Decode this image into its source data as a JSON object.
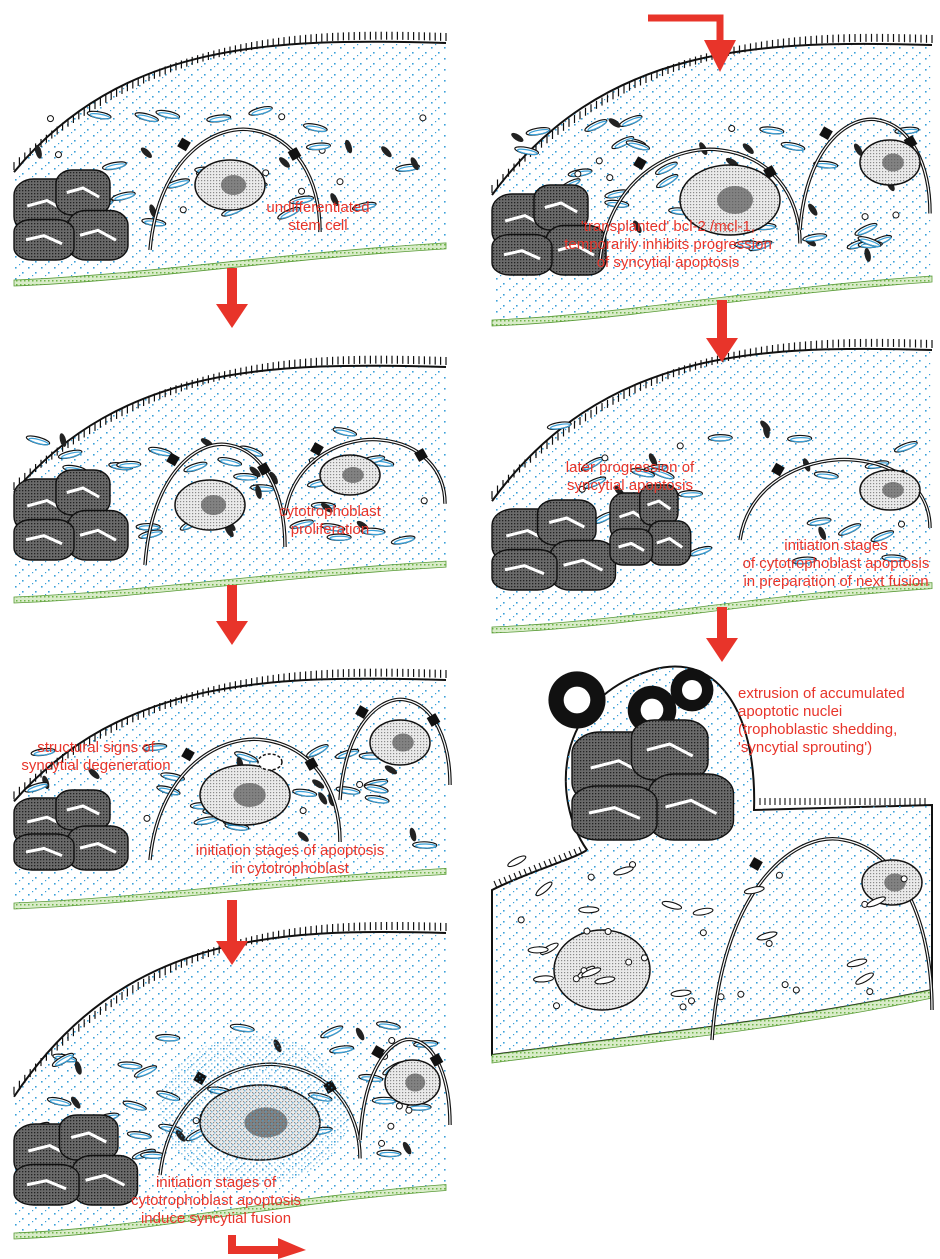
{
  "colors": {
    "caption": "#e8342a",
    "arrow": "#e8342a",
    "stipple": "#3aa0d8",
    "basal": "#7cbf52",
    "outline": "#111111",
    "nucleus_dark": "#4a4a4a",
    "nucleus_light": "#e4e4e4"
  },
  "panels": [
    {
      "id": "p1",
      "stage": "undifferentiated stem cell",
      "caption": [
        "undifferentiated",
        "stem cell"
      ]
    },
    {
      "id": "p2",
      "stage": "cytotrophoblast proliferation",
      "caption": [
        "cytotrophoblast",
        "proliferation"
      ]
    },
    {
      "id": "p3",
      "stage": "structural signs of syncytial degeneration; initiation stages of apoptosis in cytotrophoblast",
      "caption_top": [
        "structural signs of",
        "syncytial degeneration"
      ],
      "caption": [
        "initiation stages of apoptosis",
        "in cytotrophoblast"
      ]
    },
    {
      "id": "p4",
      "stage": "initiation stages of cytotrophoblast apoptosis induce syncytial fusion",
      "caption": [
        "initiation stages of",
        "cytotrophoblast apoptosis",
        "induce syncytial fusion"
      ]
    },
    {
      "id": "p5",
      "stage": "'transplanted' bcl-2 /mcl-1, temporarily inhibits progression of syncytial apoptosis",
      "caption": [
        "'transplanted' bcl-2 /mcl-1,",
        "temporarily inhibits progression",
        "of syncytial apoptosis"
      ]
    },
    {
      "id": "p6",
      "stage": "later progression of syncytial apoptosis; initiation stages of cytotrophoblast apoptosis in preparation of next fusion",
      "caption_top": [
        "later progression of",
        "syncytial apoptosis"
      ],
      "caption": [
        "initiation stages",
        "of cytotrophoblast apoptosis",
        "in preparation of next fusion"
      ]
    },
    {
      "id": "p7",
      "stage": "extrusion of accumulated apoptotic nuclei",
      "caption": [
        "extrusion of accumulated",
        "apoptotic nuclei",
        "(trophoblastic shedding,",
        "'syncytial sprouting')"
      ]
    }
  ],
  "arrows": [
    {
      "from": "p1",
      "to": "p2"
    },
    {
      "from": "p2",
      "to": "p3"
    },
    {
      "from": "p3",
      "to": "p4"
    },
    {
      "from": "p4",
      "to": "p5"
    },
    {
      "from": "p5",
      "to": "p6"
    },
    {
      "from": "p6",
      "to": "p7"
    }
  ]
}
